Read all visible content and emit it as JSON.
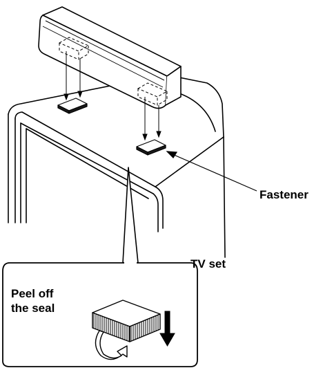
{
  "labels": {
    "fastener": "Fastener",
    "tv_set": "TV set",
    "peel_line1": "Peel off",
    "peel_line2": "the seal"
  },
  "colors": {
    "ink": "#000000",
    "background": "#ffffff",
    "pad_dark": "#1a1a1a"
  }
}
